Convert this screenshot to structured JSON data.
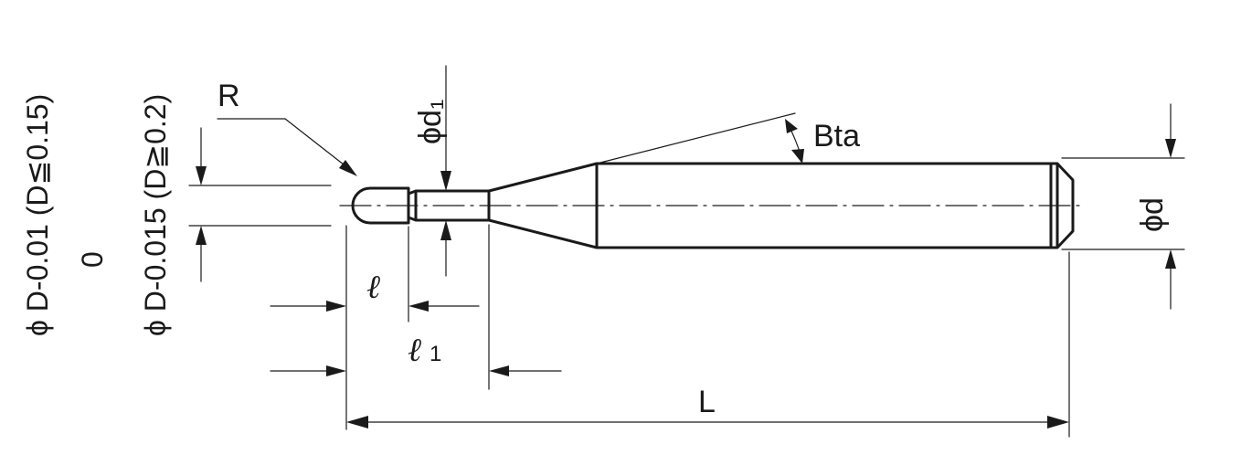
{
  "labels": {
    "radius": "R",
    "neck_diameter": "ϕd₁",
    "taper_angle": "Bta",
    "shank_diameter": "ϕd",
    "neck_length": "ℓ",
    "neck_length_1": "ℓ",
    "neck_length_1_sub": "1",
    "overall_length": "L"
  },
  "tolerance": {
    "line1": "ϕ D-0.01 (D≦0.15)",
    "line2": "0",
    "line3": "ϕ D-0.015 (D≧0.2)"
  }
}
